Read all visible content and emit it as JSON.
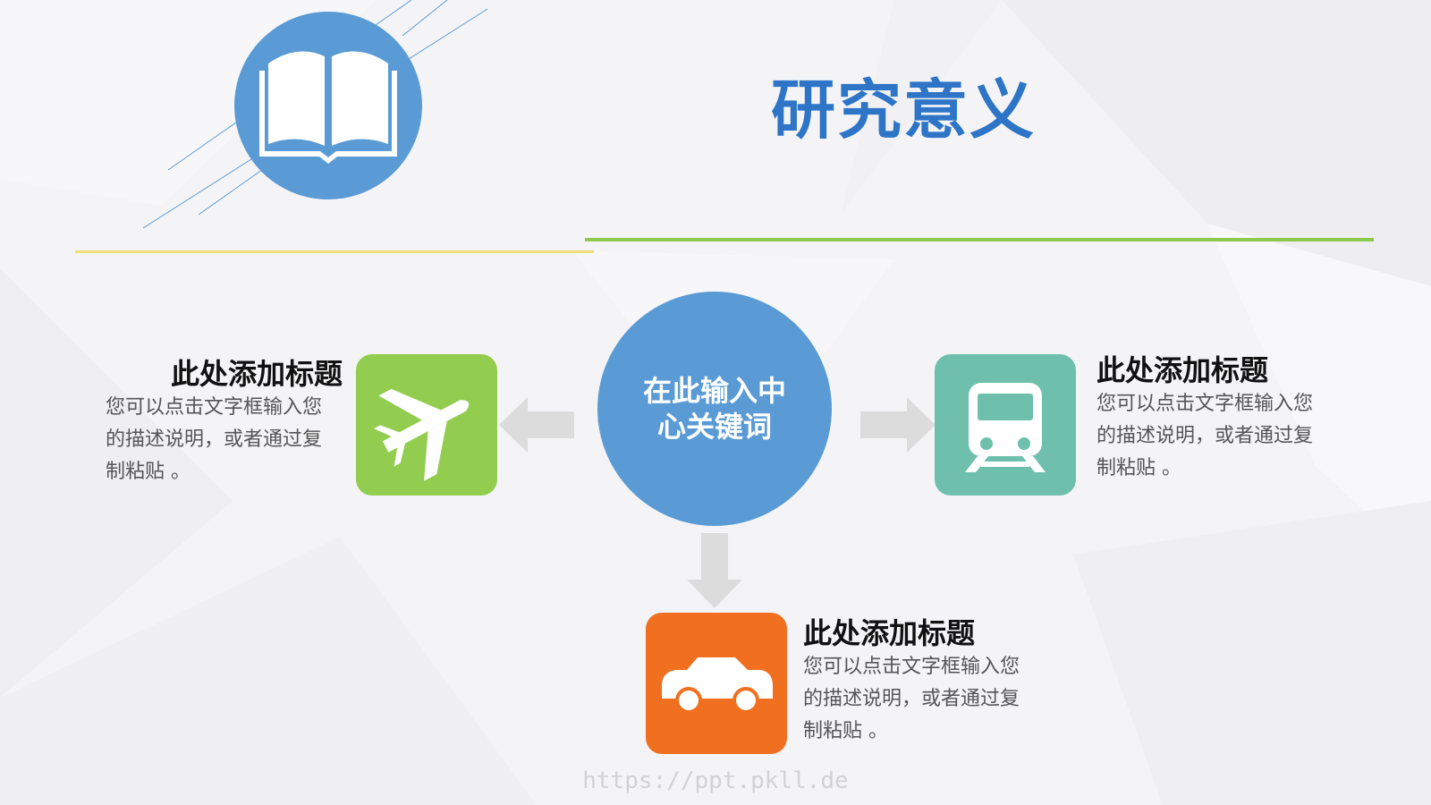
{
  "header": {
    "title": "研究意义"
  },
  "center": {
    "text": "在此输入中心关键词"
  },
  "items": [
    {
      "heading": "此处添加标题",
      "description": "您可以点击文字框输入您的描述说明，或者通过复制粘贴 。",
      "icon": "airplane-icon",
      "color": "#92cd50"
    },
    {
      "heading": "此处添加标题",
      "description": "您可以点击文字框输入您的描述说明，或者通过复制粘贴 。",
      "icon": "train-icon",
      "color": "#6ec0ad"
    },
    {
      "heading": "此处添加标题",
      "description": "您可以点击文字框输入您的描述说明，或者通过复制粘贴 。",
      "icon": "car-icon",
      "color": "#f07020"
    }
  ],
  "watermark": "https://ppt.pkll.de",
  "colors": {
    "accent_blue": "#5b9bd5",
    "title_blue": "#2e75c8",
    "rule_yellow": "#f2dc78",
    "rule_green": "#8cc94c",
    "arrow_gray": "#dcdcdc"
  }
}
